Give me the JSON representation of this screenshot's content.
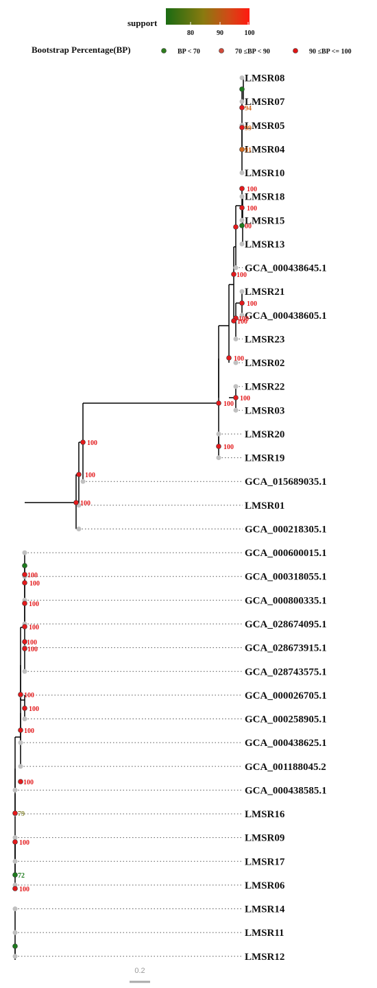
{
  "legend": {
    "support_title": "support",
    "gradient_colors": [
      "#1a6b12",
      "#8a7a10",
      "#d14a16",
      "#ff1a10"
    ],
    "gradient_ticks": [
      "80",
      "90",
      "100"
    ],
    "bp_title": "Bootstrap Percentage(BP)",
    "bp_items": [
      {
        "label": "BP < 70",
        "color": "#2e7d1e"
      },
      {
        "label": "70 ≤BP < 90",
        "color": "#d24b3a"
      },
      {
        "label": "90 ≤BP <= 100",
        "color": "#e01414"
      }
    ]
  },
  "colors": {
    "branch": "#000000",
    "guide": "#555555",
    "tip_point": "#c0c0c0",
    "support_high": "#e31a1c",
    "support_mid": "#d2691e",
    "support_low": "#1e7b1e",
    "support_olive": "#8b8b3a"
  },
  "tips": [
    "LMSR08",
    "LMSR07",
    "LMSR05",
    "LMSR04",
    "LMSR10",
    "LMSR18",
    "LMSR15",
    "LMSR13",
    "GCA_000438645.1",
    "LMSR21",
    "GCA_000438605.1",
    "LMSR23",
    "LMSR02",
    "LMSR22",
    "LMSR03",
    "LMSR20",
    "LMSR19",
    "GCA_015689035.1",
    "LMSR01",
    "GCA_000218305.1",
    "GCA_000600015.1",
    "GCA_000318055.1",
    "GCA_000800335.1",
    "GCA_028674095.1",
    "GCA_028673915.1",
    "GCA_028743575.1",
    "GCA_000026705.1",
    "GCA_000258905.1",
    "GCA_000438625.1",
    "GCA_001188045.2",
    "GCA_000438585.1",
    "LMSR16",
    "LMSR09",
    "LMSR17",
    "LMSR06",
    "LMSR14",
    "LMSR11",
    "LMSR12"
  ],
  "support_labels": [
    "94",
    "99",
    "91",
    "100",
    "100",
    "00",
    "100",
    "100",
    "100",
    "100",
    "100",
    "100",
    "100",
    "100",
    "100",
    "100",
    "100",
    "100",
    "100",
    "100",
    "100",
    "100",
    "100",
    "100",
    "100",
    "100",
    "100",
    "79",
    "100",
    "72",
    "100"
  ],
  "scale_bar": {
    "label": "0.2"
  }
}
